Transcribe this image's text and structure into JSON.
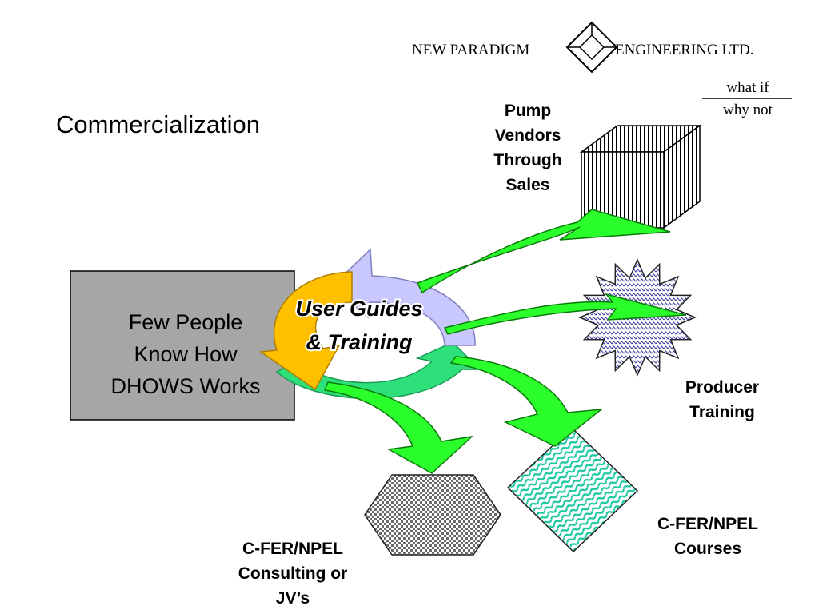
{
  "logo": {
    "left_text": "NEW PARADIGM",
    "right_text": "ENGINEERING LTD.",
    "tagline_top": "what if",
    "tagline_bottom": "why not"
  },
  "slide": {
    "title": "Commercialization"
  },
  "source_box": {
    "line1": "Few People",
    "line2": "Know How",
    "line3": "DHOWS Works"
  },
  "cycle": {
    "line1": "User Guides",
    "line2": "& Training"
  },
  "targets": {
    "pump": {
      "line1": "Pump",
      "line2": "Vendors",
      "line3": "Through",
      "line4": "Sales"
    },
    "producer": {
      "line1": "Producer",
      "line2": "Training"
    },
    "courses": {
      "line1": "C-FER/NPEL",
      "line2": "Courses"
    },
    "consulting": {
      "line1": "C-FER/NPEL",
      "line2": "Consulting or",
      "line3": "JV’s"
    }
  },
  "colors": {
    "arrow_green": "#2bff2b",
    "cycle_yellow": "#ffc000",
    "cycle_lavender": "#c8c8ff",
    "cycle_green": "#2ee07a",
    "box_gray": "#a6a6a6",
    "diamond_teal": "#19c7a0"
  }
}
